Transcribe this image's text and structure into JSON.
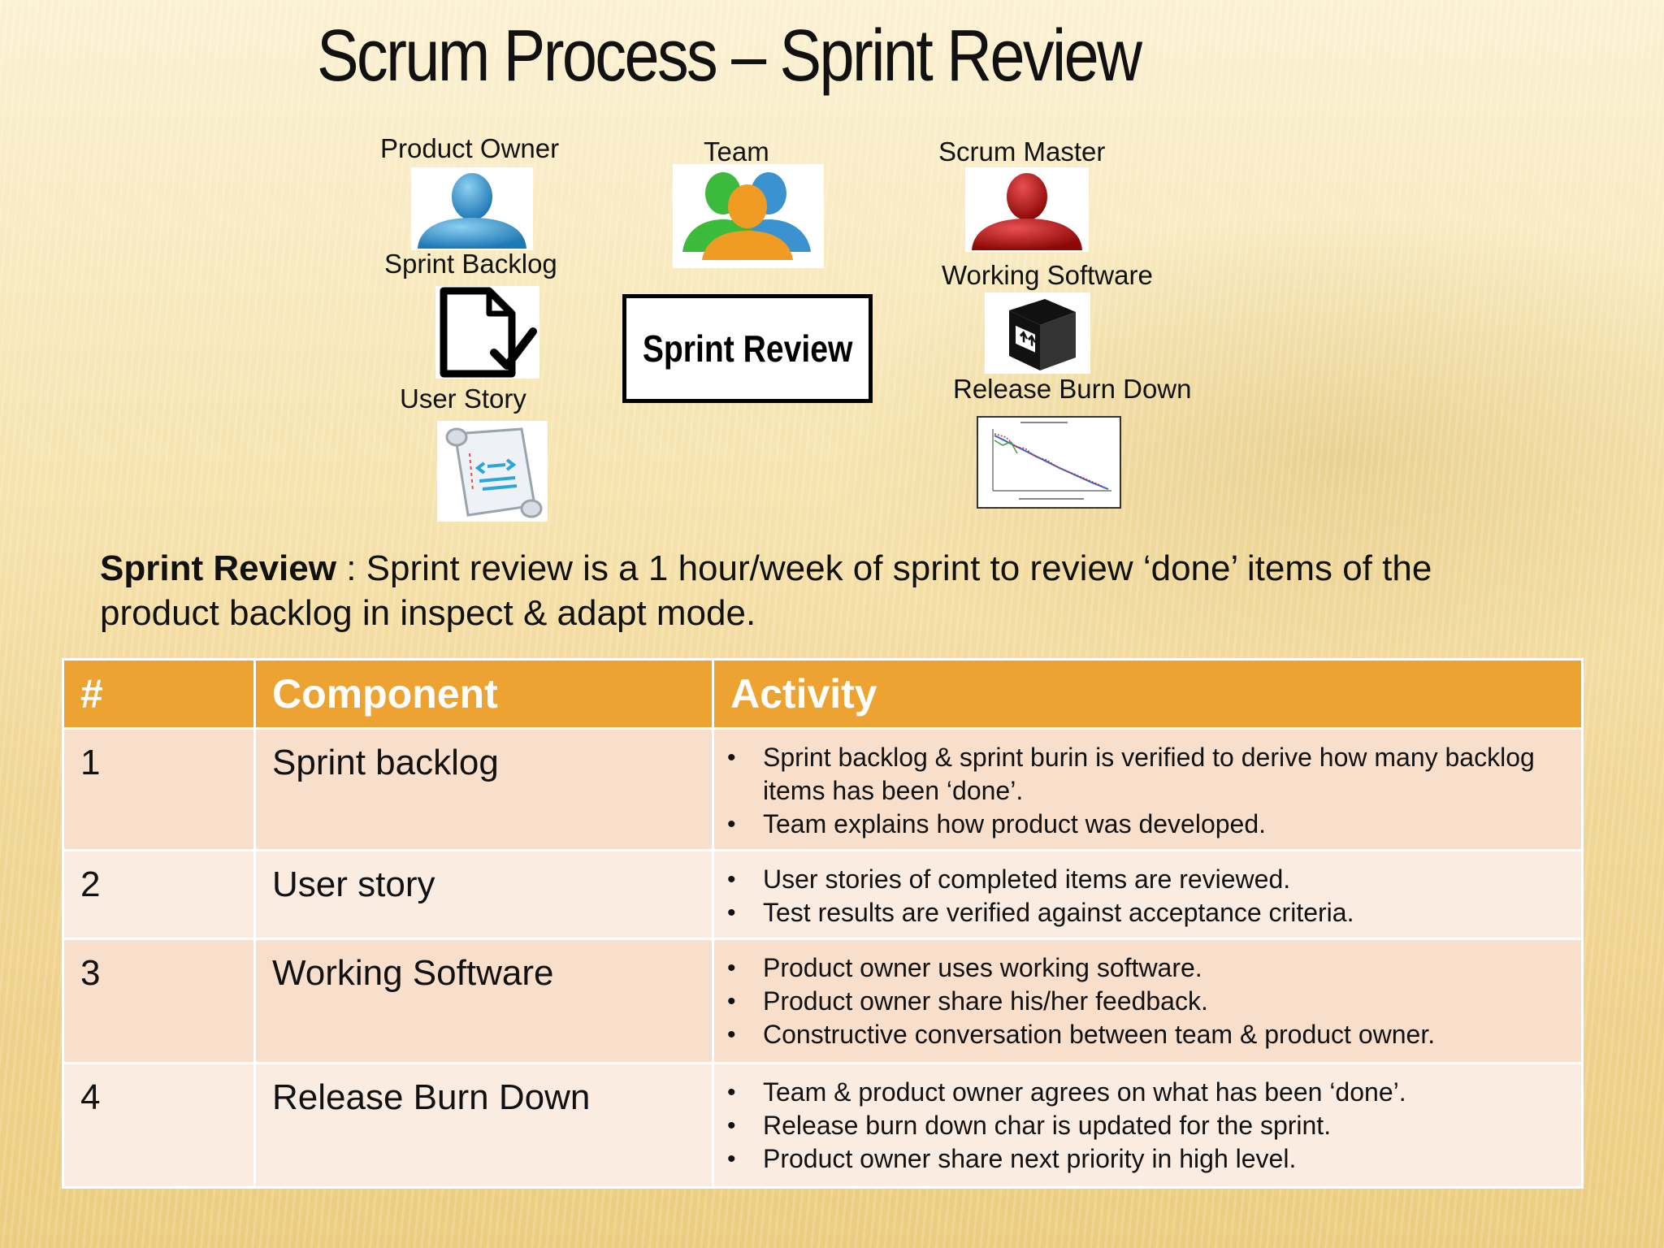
{
  "title": "Scrum Process – Sprint Review",
  "roles": {
    "product_owner": "Product Owner",
    "team": "Team",
    "scrum_master": "Scrum Master",
    "sprint_backlog": "Sprint Backlog",
    "working_software": "Working Software",
    "user_story": "User Story",
    "release_burn_down": "Release Burn Down"
  },
  "center_box": "Sprint Review",
  "description": {
    "term": "Sprint Review",
    "text": " : Sprint review is a 1 hour/week of sprint to review ‘done’ items of the product backlog in inspect & adapt mode."
  },
  "table": {
    "headers": [
      "#",
      "Component",
      "Activity"
    ],
    "rows": [
      {
        "num": "1",
        "component": "Sprint backlog",
        "activities": [
          "Sprint backlog & sprint burin is verified to derive how many backlog items has been ‘done’.",
          "Team explains how product was developed."
        ]
      },
      {
        "num": "2",
        "component": "User story",
        "activities": [
          "User stories of completed items are reviewed.",
          "Test results are verified against acceptance criteria."
        ]
      },
      {
        "num": "3",
        "component": "Working Software",
        "activities": [
          "Product owner uses working software.",
          "Product owner share his/her feedback.",
          "Constructive conversation between team & product owner."
        ]
      },
      {
        "num": "4",
        "component": "Release Burn Down",
        "activities": [
          "Team & product owner agrees on what has been ‘done’.",
          "Release burn down char is updated for the sprint.",
          "Product owner share next priority in high level."
        ]
      }
    ]
  },
  "colors": {
    "header_orange": "#eda331",
    "row_peach": "#f8dfcc",
    "row_light": "#fbece2",
    "product_owner_icon": "#2f8fc6",
    "scrum_master_icon": "#b01010",
    "team_icons": [
      "#3ab83a",
      "#2f8fc6",
      "#ec9a1e"
    ]
  },
  "icons": {
    "product_owner": "person-icon",
    "team": "group-icon",
    "scrum_master": "person-icon",
    "sprint_backlog": "document-check-icon",
    "working_software": "package-box-icon",
    "user_story": "scroll-icon",
    "release_burn_down": "burndown-chart-icon"
  }
}
